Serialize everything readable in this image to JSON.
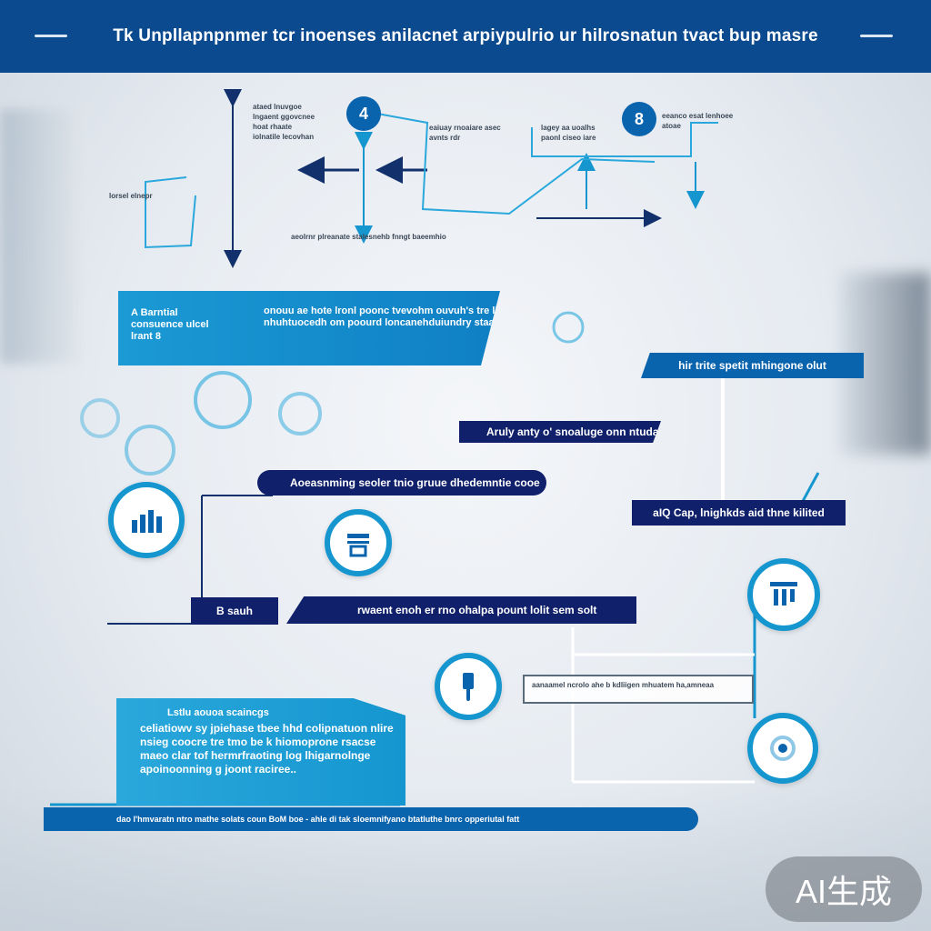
{
  "header": {
    "title": "Tk Unpllapnpnmer tcr inoenses anilacnet arpiypulrio ur hilrosnatun tvact bup masre"
  },
  "top": {
    "num_left": "4",
    "num_right": "8",
    "text_left": "ataed lnuvgoe lngaent ggovcnee hoat rhaate iolnatile lecovhan",
    "text_left2": "lorsel elnepr",
    "text_center": "eaiuay rnoaiare asec avnts rdr",
    "text_right": "eeanco esat lenhoee atoae",
    "text_small_left": "lagey aa uoalhs paonl ciseo iare",
    "text_bottom": "aeolrnr plreanate stalesnehb fnngt baeemhio"
  },
  "panels": {
    "left_title": "A Barntial consuence ulcel lrant 8",
    "left_body": "onouu ae hote lronl poonc tvevohm ouvuh's tre lbancl once nhuhtuocedh om poourd loncanehduiundry staat, lhope re.",
    "bottom_title": "Lstlu aouoa scaincgs",
    "bottom_body": "celiatiowv sy jpiehase tbee hhd colipnatuon nlire nsieg coocre tre tmo be k hiomoprone rsacse maeo clar tof hermrfraoting log lhigarnolnge apoinoonning g joont raciree.."
  },
  "banners": {
    "right_top": "hir trite spetit mhingone olut",
    "mid1": "Aruly anty o' snoaluge onn ntuda",
    "mid2": "Aoeasnming seoler tnio gruue dhedemntie cooe",
    "right_mid": "aIQ Cap, lnighkds aid thne kilited",
    "lower_left": "B sauh",
    "lower_mid": "rwaent enoh er rno ohalpa pount lolit sem solt",
    "callout_right": "aanaamel ncrolo ahe b kdliigen mhuatem ha,amneaa",
    "bottom": "dao  l'hmvaratn ntro mathe solats  coun   BoM boe - ahle di tak   sloemnifyano btatluthe bnrc opperiutal fatt"
  },
  "icons": {
    "bar_chart": "bar-chart-icon",
    "document": "document-icon",
    "column_chart": "column-chart-icon",
    "pump": "pump-icon",
    "sensor": "sensor-icon"
  },
  "watermark": "AI生成",
  "colors": {
    "navy": "#10206a",
    "blue": "#0a63ad",
    "cyan": "#1aa3d8",
    "header": "#0b4a8f"
  }
}
